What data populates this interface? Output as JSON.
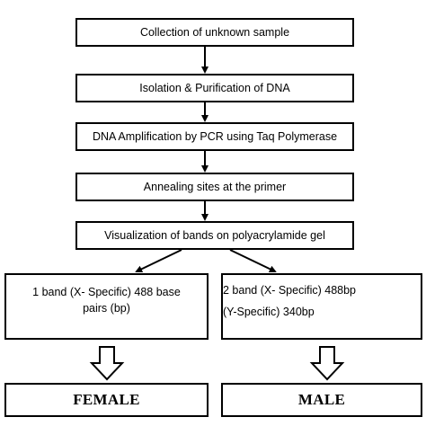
{
  "steps": [
    "Collection of unknown sample",
    "Isolation & Purification of DNA",
    "DNA Amplification by PCR using Taq Polymerase",
    "Annealing sites at the primer",
    "Visualization of bands on polyacrylamide gel"
  ],
  "results": {
    "female": {
      "text": "1 band (X- Specific) 488 base pairs (bp)"
    },
    "male": {
      "line1": "2 band (X- Specific) 488bp",
      "line2": "(Y-Specific) 340bp"
    }
  },
  "outcomes": {
    "female": "FEMALE",
    "male": "MALE"
  }
}
